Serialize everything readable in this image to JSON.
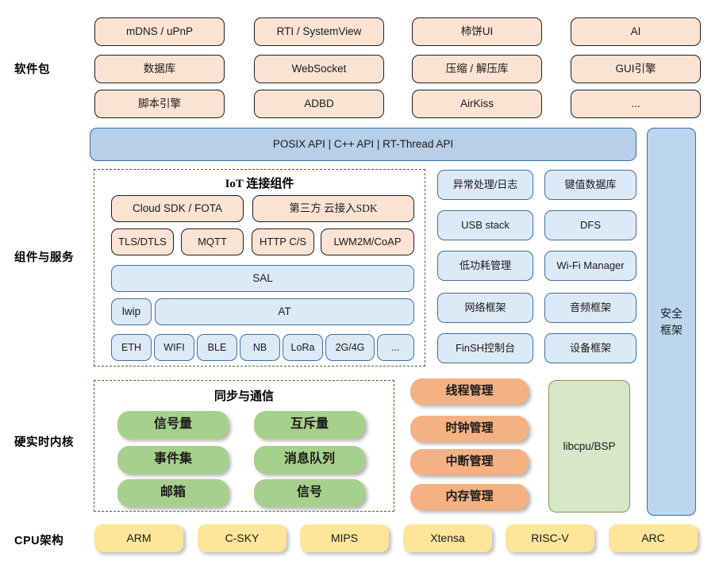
{
  "diagram": {
    "title": "RT-Thread Architecture Stack",
    "colors": {
      "package_fill": "#fae3d2",
      "api_fill": "#b7cfe8",
      "component_fill": "#dce9f6",
      "security_fill": "#bcd6ef",
      "kernel_ipc_fill": "#a8d08d",
      "kernel_mgmt_fill": "#f4b183",
      "libcpu_fill": "#d6e8c7",
      "cpu_fill": "#fde599",
      "dash_border": "#4a6b35"
    }
  },
  "layers": {
    "packages_label": "软件包",
    "components_label": "组件与服务",
    "kernel_label": "硬实时内核",
    "cpu_label": "CPU架构"
  },
  "packages": {
    "columns": [
      [
        "mDNS / uPnP",
        "数据库",
        "脚本引擎"
      ],
      [
        "RTI / SystemView",
        "WebSocket",
        "ADBD"
      ],
      [
        "柿饼UI",
        "压缩 / 解压库",
        "AirKiss"
      ],
      [
        "AI",
        "GUI引擎",
        "..."
      ]
    ]
  },
  "api_bar": {
    "label": "POSIX API  |  C++ API  |  RT-Thread API"
  },
  "security": {
    "label": "安全\n框架",
    "line1": "安全",
    "line2": "框架"
  },
  "iot_group": {
    "title": "IoT 连接组件",
    "row_sdk": [
      "Cloud SDK / FOTA",
      "第三方 云接入SDK"
    ],
    "row_proto": [
      "TLS/DTLS",
      "MQTT",
      "HTTP C/S",
      "LWM2M/CoAP"
    ],
    "row_sal": "SAL",
    "row_stack": [
      "lwip",
      "AT"
    ],
    "row_link": [
      "ETH",
      "WIFI",
      "BLE",
      "NB",
      "LoRa",
      "2G/4G",
      "..."
    ]
  },
  "components": {
    "left_column": [
      "异常处理/日志",
      "USB stack",
      "低功耗管理",
      "网络框架",
      "FinSH控制台"
    ],
    "right_column": [
      "键值数据库",
      "DFS",
      "Wi-Fi Manager",
      "音频框架",
      "设备框架"
    ]
  },
  "kernel": {
    "ipc_group_title": "同步与通信",
    "ipc_left": [
      "信号量",
      "事件集",
      "邮箱"
    ],
    "ipc_right": [
      "互斥量",
      "消息队列",
      "信号"
    ],
    "management": [
      "线程管理",
      "时钟管理",
      "中断管理",
      "内存管理"
    ],
    "libcpu": "libcpu/BSP"
  },
  "cpu": {
    "items": [
      "ARM",
      "C-SKY",
      "MIPS",
      "Xtensa",
      "RISC-V",
      "ARC"
    ]
  }
}
